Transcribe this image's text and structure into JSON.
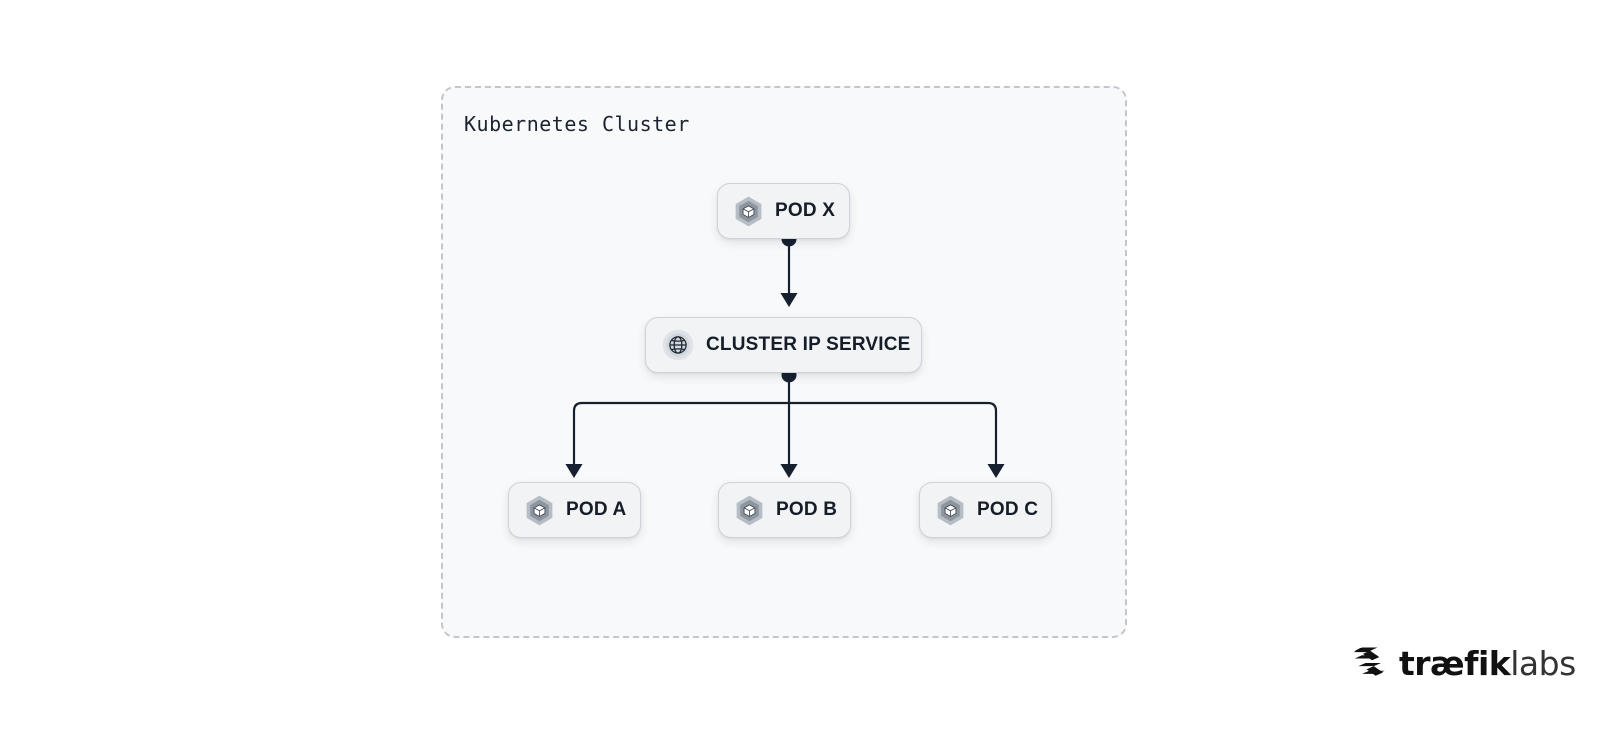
{
  "cluster": {
    "title": "Kubernetes Cluster",
    "border_color": "#c3c7cd",
    "fill_color": "#f8f9fa"
  },
  "nodes": [
    {
      "id": "pod-x",
      "label": "POD X",
      "icon": "kubernetes-pod-hexagon-icon"
    },
    {
      "id": "service",
      "label": "CLUSTER IP SERVICE",
      "icon": "globe-icon"
    },
    {
      "id": "pod-a",
      "label": "POD A",
      "icon": "kubernetes-pod-hexagon-icon"
    },
    {
      "id": "pod-b",
      "label": "POD B",
      "icon": "kubernetes-pod-hexagon-icon"
    },
    {
      "id": "pod-c",
      "label": "POD C",
      "icon": "kubernetes-pod-hexagon-icon"
    }
  ],
  "edges": [
    {
      "from": "pod-x",
      "to": "service",
      "style": "dot-to-arrow"
    },
    {
      "from": "service",
      "to": "pod-a",
      "style": "dot-to-arrow"
    },
    {
      "from": "service",
      "to": "pod-b",
      "style": "dot-to-arrow"
    },
    {
      "from": "service",
      "to": "pod-c",
      "style": "dot-to-arrow"
    }
  ],
  "colors": {
    "connector": "#16202f",
    "node_fill": "#f1f3f5",
    "node_border": "#ced3d9",
    "text": "#161d28",
    "icon_gray": "#9aa2ac"
  },
  "logo": {
    "brand_bold": "træfik",
    "brand_light": "labs",
    "mark": "traefik-chevrons-icon"
  }
}
